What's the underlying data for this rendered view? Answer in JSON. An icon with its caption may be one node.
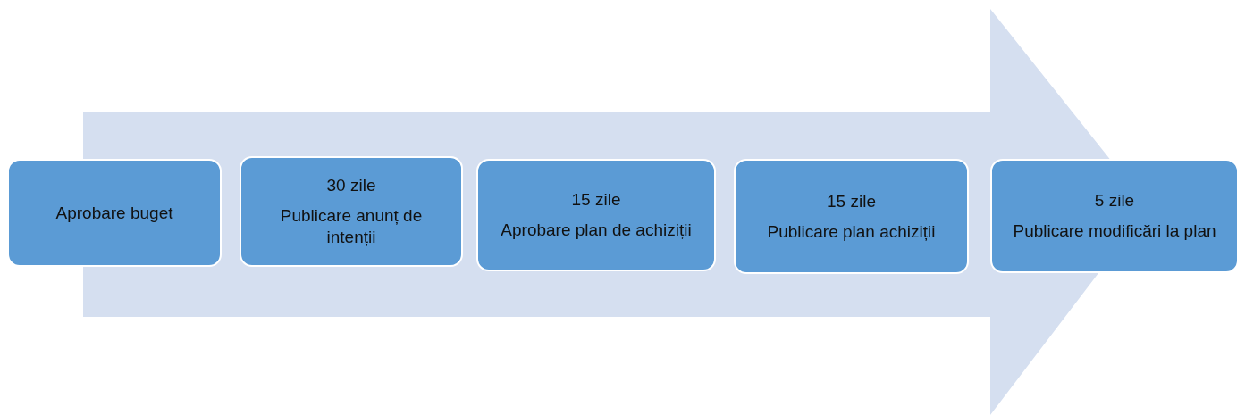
{
  "diagram": {
    "nodes": [
      {
        "text": [],
        "shape": "arrow"
      },
      {
        "text": [
          "Aprobare buget"
        ]
      },
      {
        "text": [
          "30 zile",
          "Publicare anunț de intenții"
        ],
        "in": 0
      },
      {
        "text": [
          "15 zile",
          "Aprobare plan de achiziții"
        ],
        "in": 0
      },
      {
        "text": [
          "15 zile",
          "Publicare plan achiziții"
        ],
        "in": 0
      },
      {
        "text": [
          "5 zile",
          "Publicare modificări la plan"
        ]
      }
    ]
  }
}
